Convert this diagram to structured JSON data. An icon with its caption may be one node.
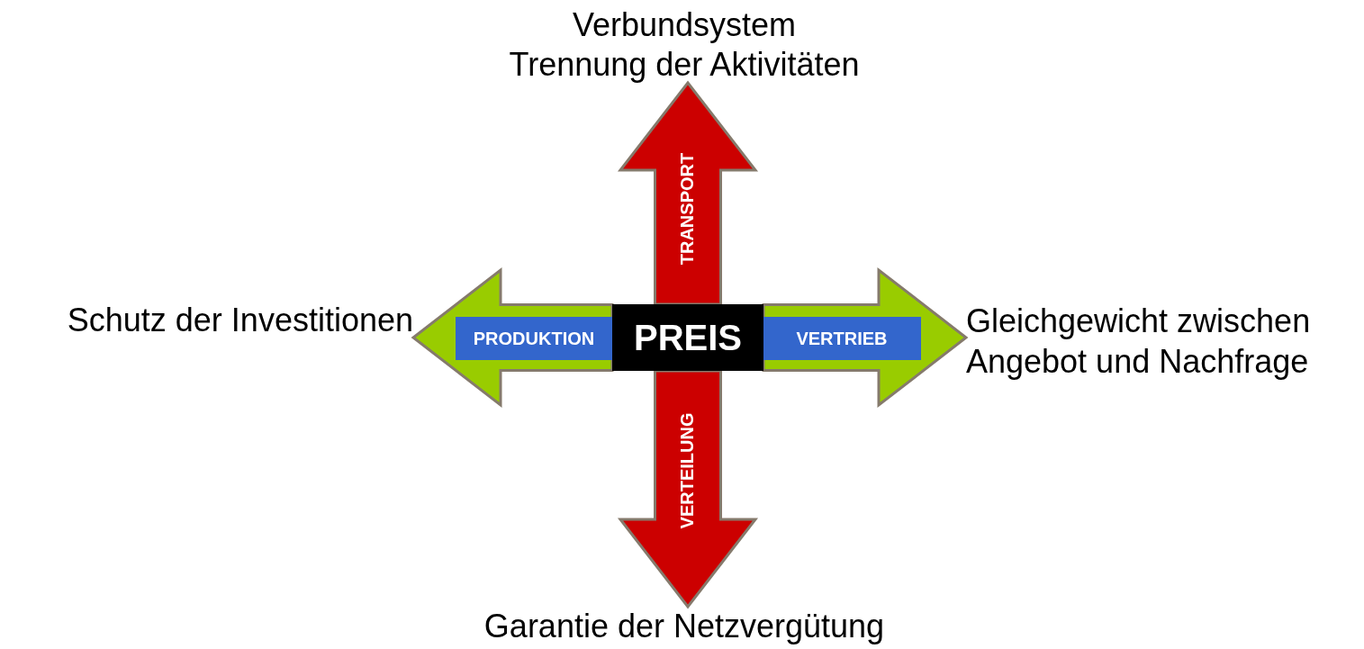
{
  "diagram": {
    "nodes": [
      {
        "text": [
          "PREIS"
        ]
      },
      {
        "text": [
          "Verbundsystem",
          "Trennung der Aktivitäten"
        ]
      },
      {
        "text": [
          "Schutz der Investitionen"
        ]
      },
      {
        "text": [
          "Gleichgewicht zwischen Angebot und Nachfrage"
        ]
      },
      {
        "text": [
          "Garantie der Netzvergütung"
        ]
      }
    ],
    "edges": [
      {
        "from": 0,
        "to": 1,
        "arrow": "to",
        "label": "TRANSPORT",
        "style": "thick",
        "color": "#cc0000"
      },
      {
        "from": 0,
        "to": 2,
        "arrow": "to",
        "label": "PRODUKTION",
        "style": "thick",
        "color": "#99cc00"
      },
      {
        "from": 0,
        "to": 3,
        "arrow": "to",
        "label": "VERTRIEB",
        "style": "thick",
        "color": "#99cc00"
      },
      {
        "from": 0,
        "to": 4,
        "arrow": "to",
        "label": "VERTEILUNG",
        "style": "thick",
        "color": "#cc0000"
      }
    ]
  }
}
